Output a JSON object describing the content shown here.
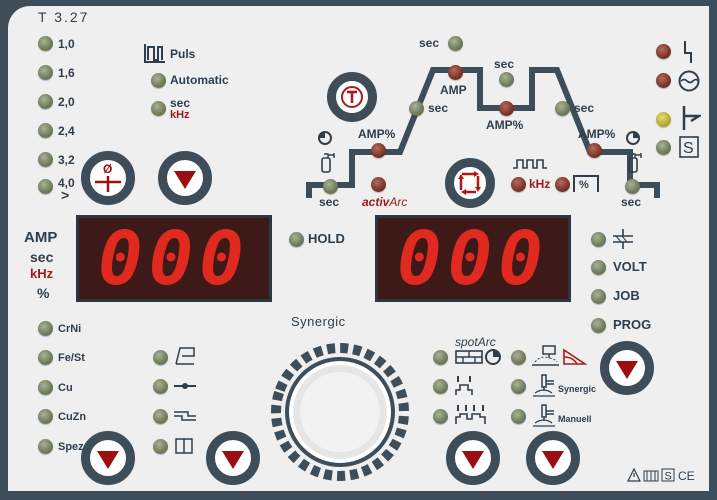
{
  "model": "T 3.27",
  "diameters": [
    "1,0",
    "1,6",
    "2,0",
    "2,4",
    "3,2",
    "4,0"
  ],
  "diameter_more": ">",
  "pulse": {
    "puls": "Puls",
    "automatic": "Automatic",
    "sec": "sec",
    "khz": "kHz"
  },
  "graph": {
    "sec": "sec",
    "amp": "AMP",
    "amp_pct": "AMP%",
    "activ": "activ",
    "arc": "Arc",
    "khz": "kHz",
    "pct": "%"
  },
  "left_units": {
    "amp": "AMP",
    "sec": "sec",
    "khz": "kHz",
    "pct": "%"
  },
  "display_left": "000",
  "display_right": "000",
  "hold": "HOLD",
  "right_params": {
    "volt": "VOLT",
    "job": "JOB",
    "prog": "PROG"
  },
  "synergic_label": "Synergic",
  "materials": [
    "CrNi",
    "Fe/St",
    "Cu",
    "CuZn",
    "Spez"
  ],
  "spot": {
    "spot": "spot",
    "arc": "Arc",
    "synergic": "Synergic",
    "manuell": "Manuell"
  },
  "colors": {
    "frame": "#3d4d5a",
    "accent": "#9a1a1a",
    "led_green": "#7d8a6a",
    "led_red": "#7a3428",
    "led_yellow": "#b5ab35"
  }
}
